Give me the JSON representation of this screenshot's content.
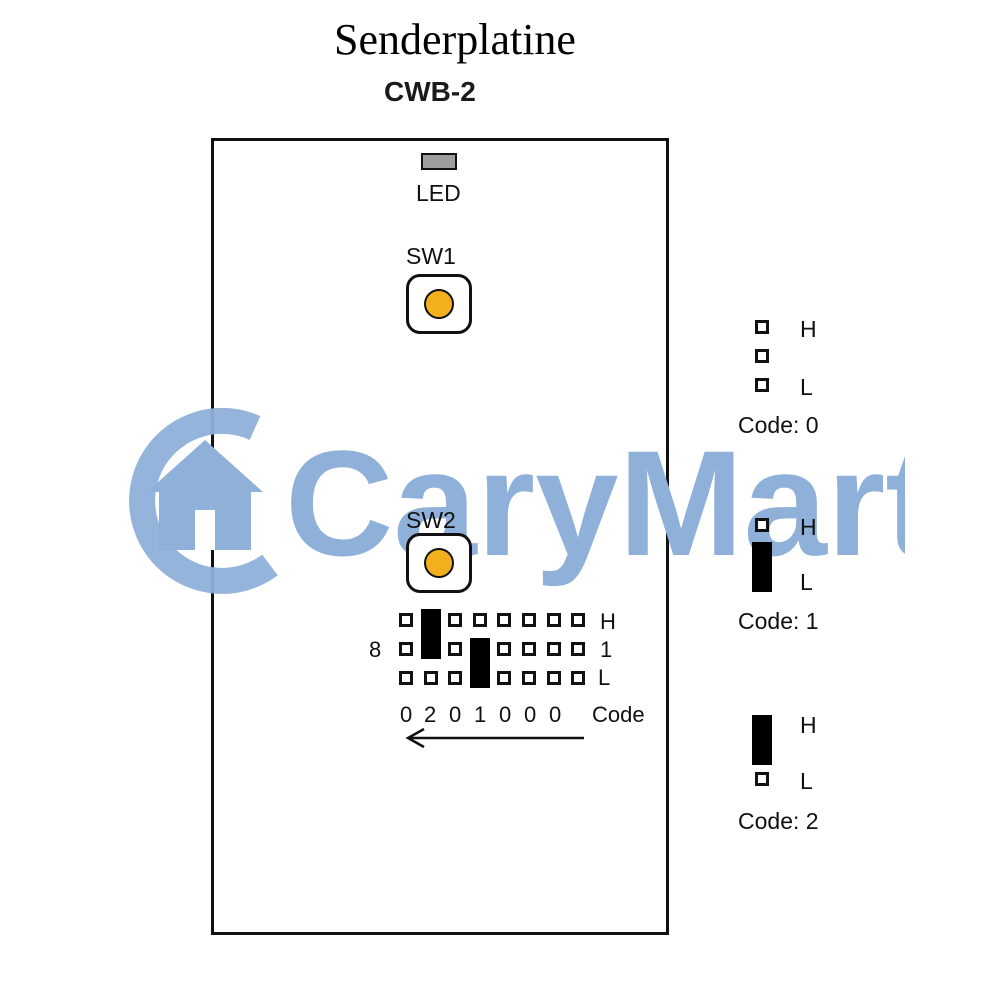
{
  "title": "Senderplatine",
  "model": "CWB-2",
  "board": {
    "led_label": "LED",
    "sw1_label": "SW1",
    "sw2_label": "SW2"
  },
  "dip": {
    "row_labels": {
      "high": "H",
      "mid": "1",
      "low": "L"
    },
    "left_label": "8",
    "code_digits": [
      "0",
      "2",
      "0",
      "1",
      "0",
      "0",
      "0"
    ],
    "code_label": "Code",
    "arrow": "reading direction right to left"
  },
  "legend": [
    {
      "code_label": "Code: 0",
      "high": "H",
      "low": "L"
    },
    {
      "code_label": "Code: 1",
      "high": "H",
      "low": "L"
    },
    {
      "code_label": "Code: 2",
      "high": "H",
      "low": "L"
    }
  ],
  "watermark": {
    "text": "CaryMart",
    "color": "#8fb0d9"
  },
  "colors": {
    "button_dot": "#f2b01e",
    "led": "#9e9e9e",
    "outline": "#111111"
  }
}
